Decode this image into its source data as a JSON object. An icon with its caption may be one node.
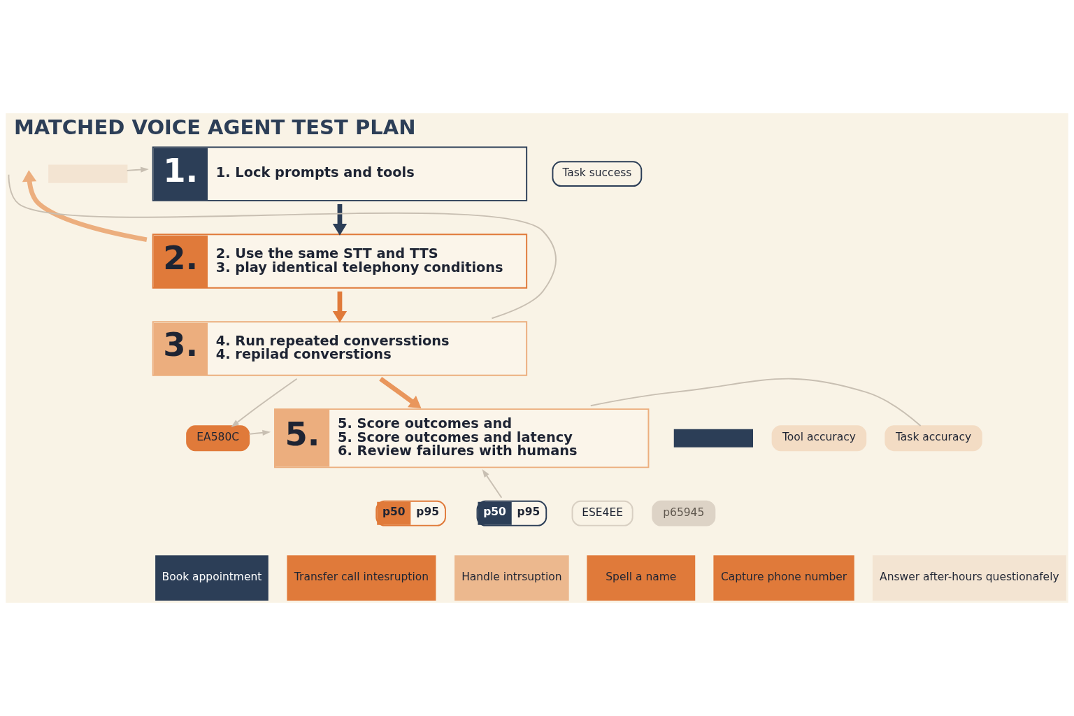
{
  "diagram": {
    "title": "MATCHED VOICE AGENT TEST PLAN",
    "nodes": [
      {
        "text": [
          "1.",
          "1. Lock prompts and tools"
        ]
      },
      {
        "text": [
          "2.",
          "2. Use the same STT and TTS",
          "3. play identical telephony conditions"
        ]
      },
      {
        "text": [],
        "shape": "bar"
      },
      {
        "text": [
          "3.",
          "4. Run repeated conversstions",
          "4. repilad converstions"
        ]
      },
      {
        "text": [
          "5.",
          "5. Score outcomes and",
          "5. Score outcomes and latency",
          "6. Review failures with humans"
        ]
      },
      {
        "text": [
          "EA580C"
        ]
      },
      {
        "text": [
          "Task success"
        ]
      },
      {
        "text": [
          "Task accuracy"
        ]
      },
      {
        "text": [],
        "shape": "bar"
      },
      {
        "text": [
          "Tool accuracy"
        ]
      },
      {
        "text": [
          "p50",
          "p95"
        ]
      },
      {
        "text": [
          "p50",
          "p95"
        ]
      },
      {
        "text": [
          "ESE4EE"
        ]
      },
      {
        "text": [
          "p65945"
        ]
      },
      {
        "text": [
          "Book appointment"
        ]
      },
      {
        "text": [
          "Transfer call intesruption"
        ]
      },
      {
        "text": [
          "Handle intrsuption"
        ]
      },
      {
        "text": [
          "Spell a name"
        ]
      },
      {
        "text": [
          "Capture phone number"
        ]
      },
      {
        "text": [
          "Answer after-hours questionafely"
        ]
      }
    ],
    "edges": [
      {
        "from": 0,
        "to": 1,
        "arrow": "to",
        "style": "thick",
        "color": "#2c3e57"
      },
      {
        "from": 1,
        "to": 3,
        "arrow": "to",
        "style": "thick",
        "color": "#e07a3a"
      },
      {
        "from": 3,
        "to": 4,
        "arrow": "to",
        "style": "thick",
        "color": "#e9965c"
      },
      {
        "from": 2,
        "to": 0,
        "arrow": "to"
      },
      {
        "from": 3,
        "to": 5,
        "arrow": "to"
      },
      {
        "from": 5,
        "to": 4,
        "arrow": "to"
      },
      {
        "from": 1,
        "to": null,
        "arrow": "to",
        "style": "thick",
        "color": "#ecae7e"
      },
      {
        "from": 3,
        "to": null,
        "arrow": "none"
      },
      {
        "from": 7,
        "to": 4,
        "arrow": "none"
      },
      {
        "from": 11,
        "to": 4,
        "arrow": "to"
      }
    ]
  }
}
